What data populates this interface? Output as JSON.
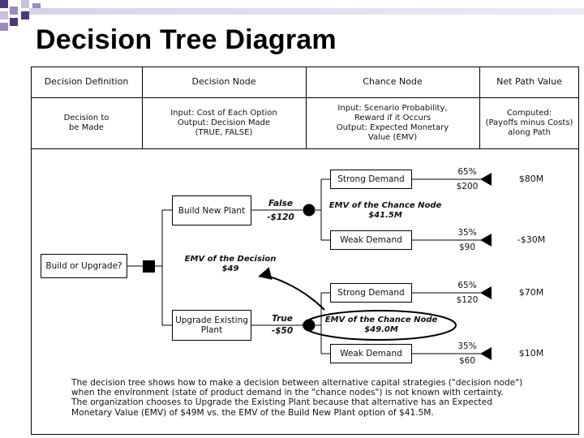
{
  "title": "Decision Tree Diagram",
  "table": {
    "headers": [
      "Decision Definition",
      "Decision Node",
      "Chance Node",
      "Net Path Value"
    ],
    "rows": [
      [
        "Decision to\nbe Made",
        "Input: Cost of Each Option\nOutput: Decision Made\n(TRUE, FALSE)",
        "Input: Scenario Probability,\nReward if it Occurs\nOutput: Expected Monetary\nValue (EMV)",
        "Computed:\n(Payoffs minus Costs)\nalong Path"
      ]
    ]
  },
  "tree": {
    "root": "Build or Upgrade?",
    "emv_decision_label": "EMV of the Decision",
    "emv_decision_value": "$49",
    "options": [
      {
        "label": "Build New Plant",
        "decision": "False",
        "cost": "-$120",
        "emv_label": "EMV of the Chance Node",
        "emv_value": "$41.5M",
        "outcomes": [
          {
            "label": "Strong Demand",
            "probability": "65%",
            "payoff": "$200",
            "net": "$80M"
          },
          {
            "label": "Weak Demand",
            "probability": "35%",
            "payoff": "$90",
            "net": "-$30M"
          }
        ]
      },
      {
        "label": "Upgrade Existing\nPlant",
        "decision": "True",
        "cost": "-$50",
        "emv_label": "EMV of the Chance Node",
        "emv_value": "$49.0M",
        "outcomes": [
          {
            "label": "Strong Demand",
            "probability": "65%",
            "payoff": "$120",
            "net": "$70M"
          },
          {
            "label": "Weak Demand",
            "probability": "35%",
            "payoff": "$60",
            "net": "$10M"
          }
        ]
      }
    ]
  },
  "caption": [
    "The decision tree shows how to make a decision between alternative capital strategies (\"decision node\")",
    "when the environment (state of product demand in the \"chance nodes\") is not known with certainty.",
    "The organization chooses to Upgrade the Existing Plant because that alternative has an Expected",
    "Monetary Value (EMV) of $49M vs. the EMV of the Build New Plant option of $41.5M."
  ]
}
